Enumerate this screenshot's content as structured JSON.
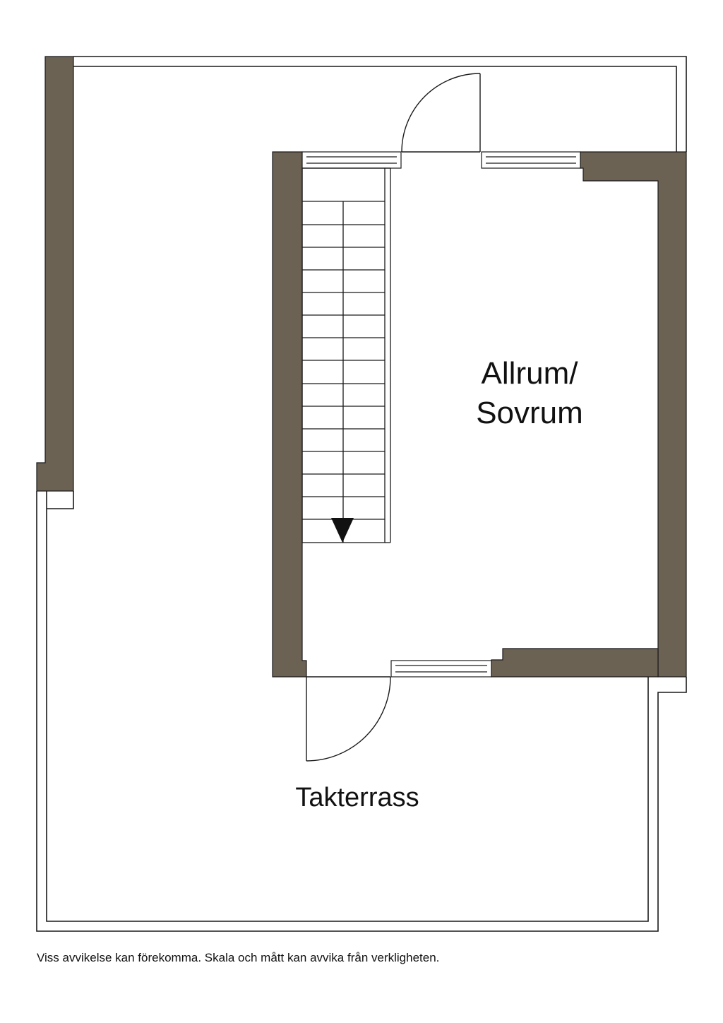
{
  "rooms": {
    "allrum_line1": "Allrum/",
    "allrum_line2": "Sovrum",
    "terrace": "Takterrass"
  },
  "disclaimer": "Viss avvikelse kan förekomma. Skala och mått kan avvika från verkligheten.",
  "colors": {
    "wall": "#6b6254",
    "line": "#1a1a1a",
    "background": "#ffffff"
  },
  "stair": {
    "direction": "down"
  }
}
